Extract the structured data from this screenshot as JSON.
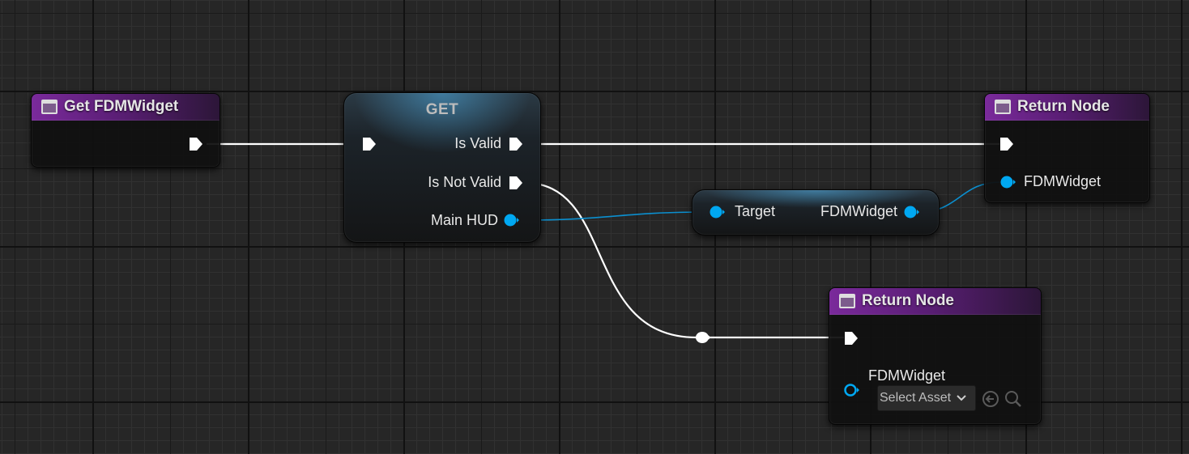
{
  "nodes": {
    "get_fdmwidget": {
      "title": "Get FDMWidget"
    },
    "get_validated": {
      "title": "GET",
      "outputs": [
        "Is Valid",
        "Is Not Valid",
        "Main HUD"
      ]
    },
    "return_node_top": {
      "title": "Return Node",
      "input_label": "FDMWidget"
    },
    "fdmwidget_getter": {
      "input_label": "Target",
      "output_label": "FDMWidget"
    },
    "return_node_bottom": {
      "title": "Return Node",
      "input_label": "FDMWidget",
      "asset_picker": "Select Asset",
      "asset_picker_icon": "chevron-down-icon",
      "browse_icon": "arrow-left-circle-icon",
      "find_icon": "magnifier-icon"
    }
  },
  "colors": {
    "function_header": "#7a2a9b",
    "object_pin": "#00a8f2",
    "exec_wire": "#ffffff",
    "data_wire": "#0b8fcf",
    "graph_background": "#262626"
  }
}
